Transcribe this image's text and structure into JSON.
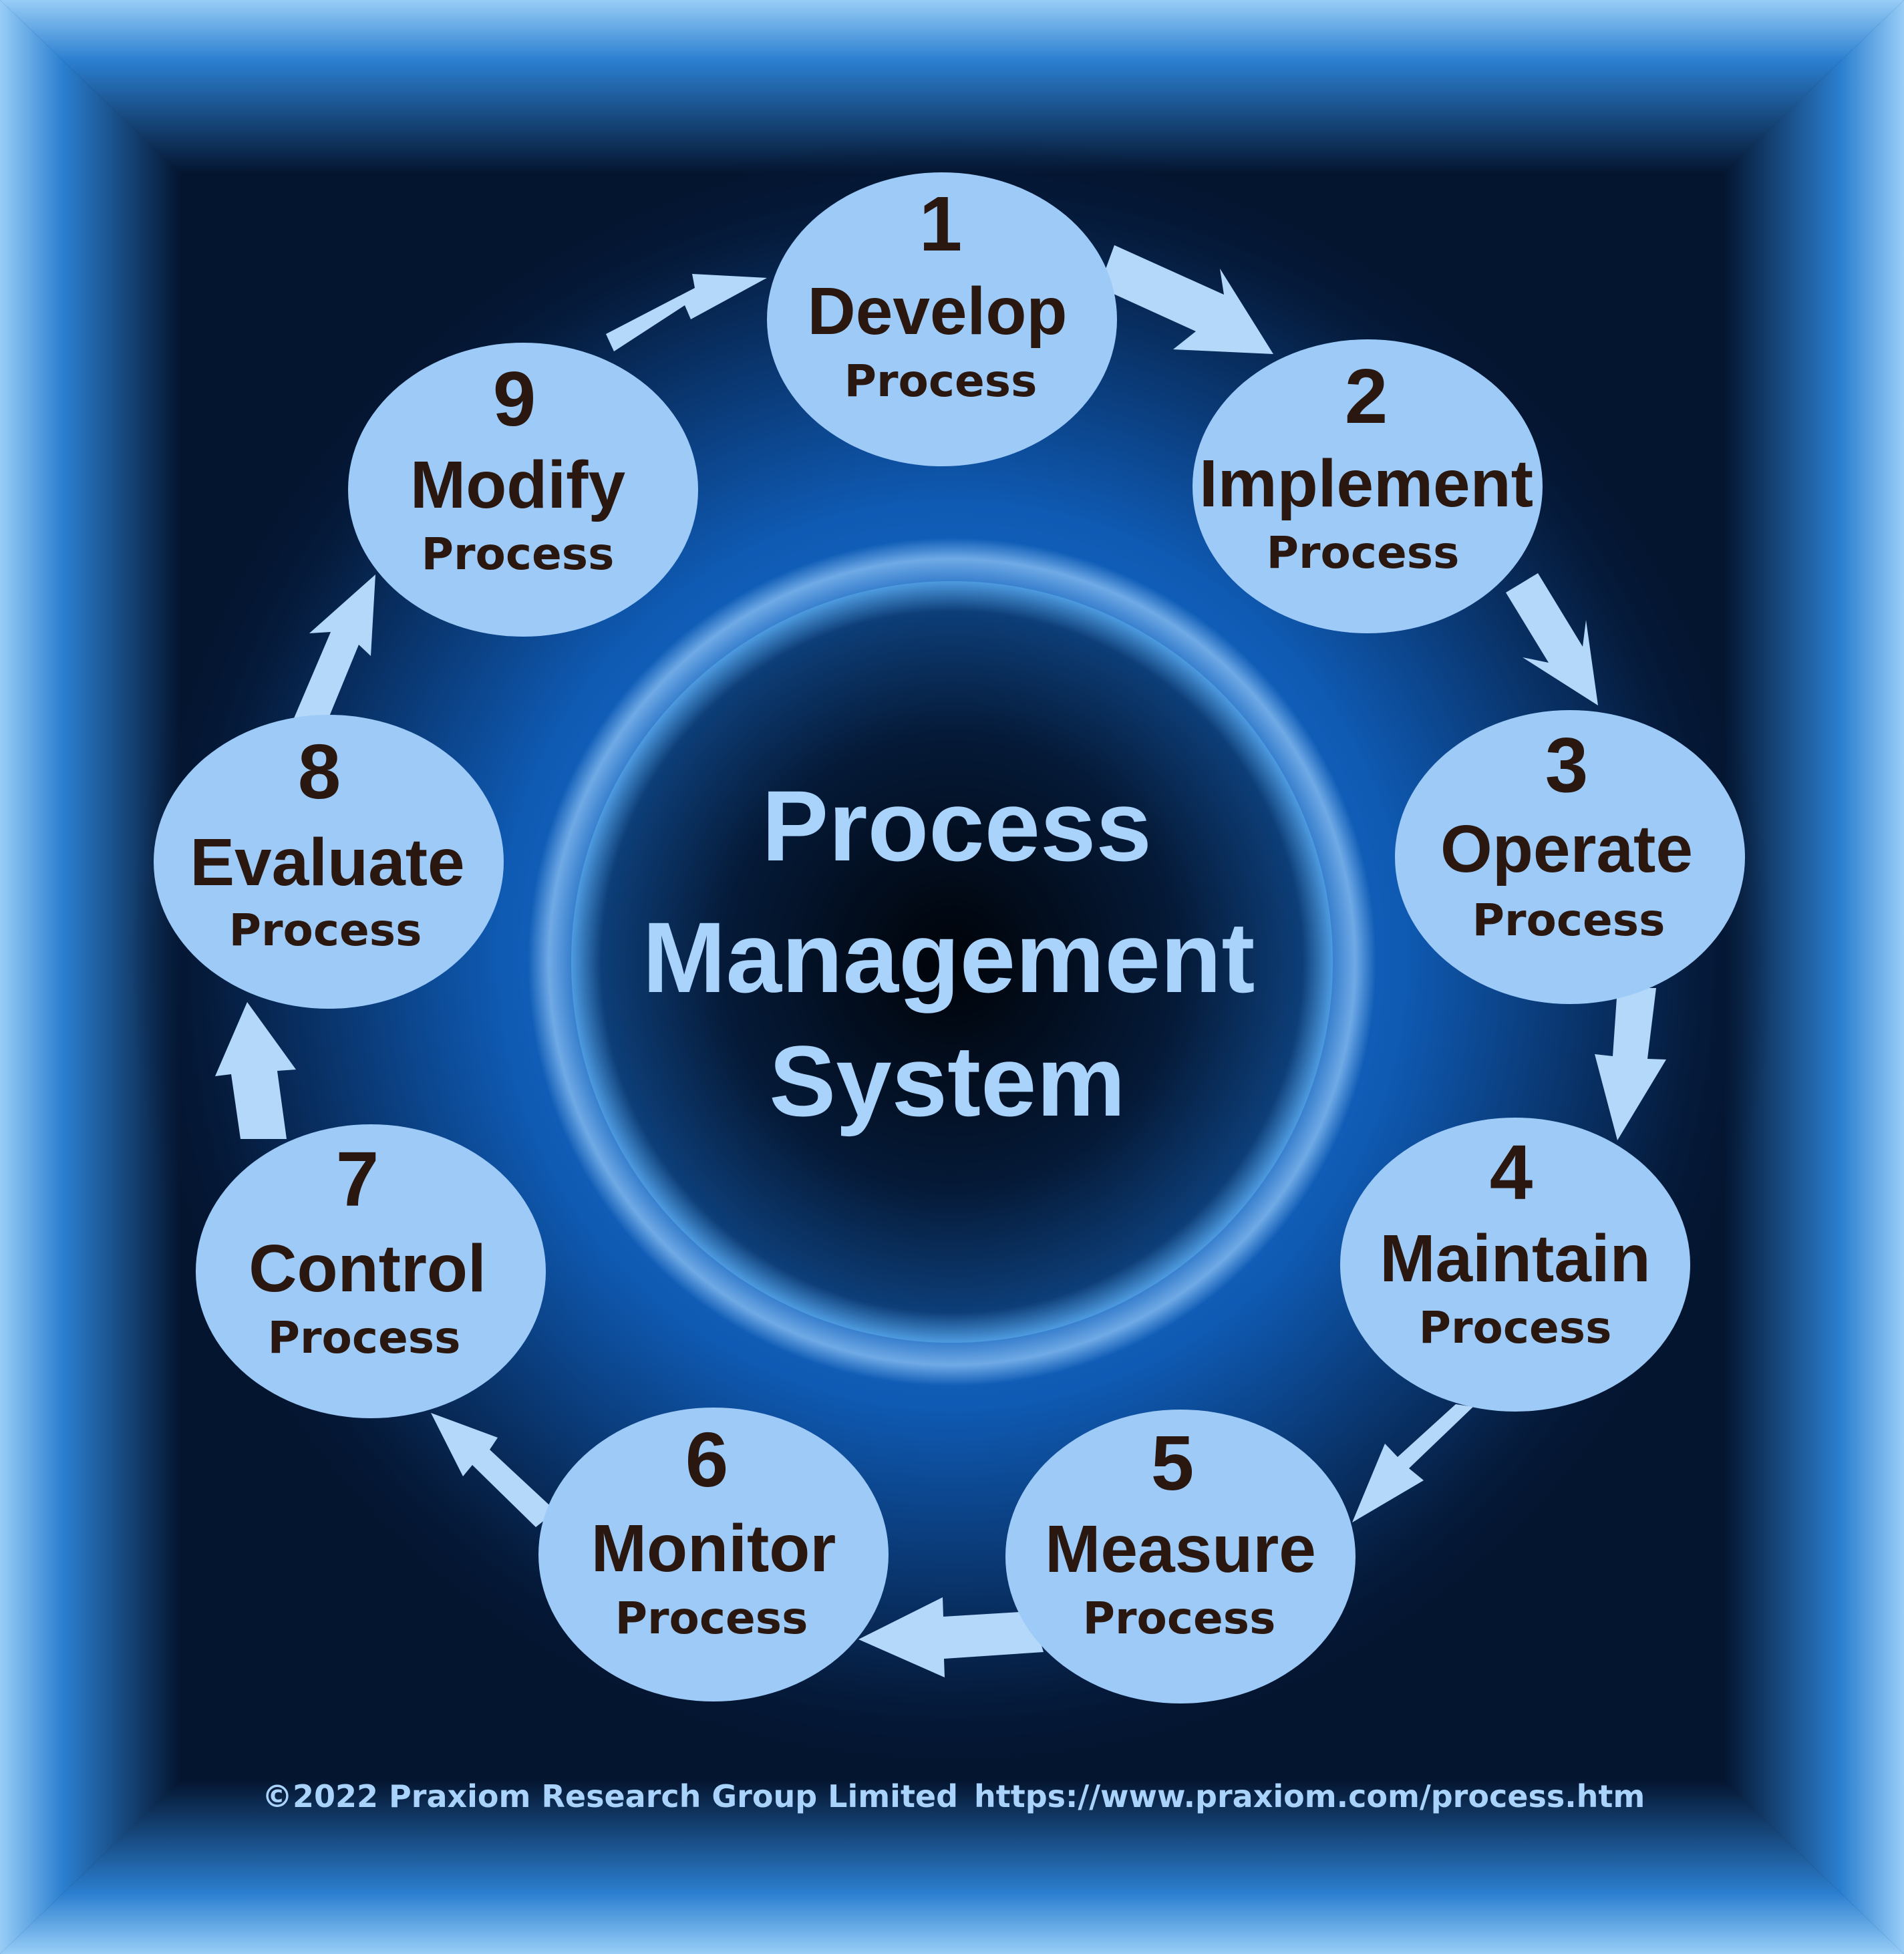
{
  "center": {
    "lines": [
      "Process",
      "Management",
      "System"
    ]
  },
  "steps": [
    {
      "number": "1",
      "verb": "Develop",
      "sub": "Process"
    },
    {
      "number": "2",
      "verb": "Implement",
      "sub": "Process"
    },
    {
      "number": "3",
      "verb": "Operate",
      "sub": "Process"
    },
    {
      "number": "4",
      "verb": "Maintain",
      "sub": "Process"
    },
    {
      "number": "5",
      "verb": "Measure",
      "sub": "Process"
    },
    {
      "number": "6",
      "verb": "Monitor",
      "sub": "Process"
    },
    {
      "number": "7",
      "verb": "Control",
      "sub": "Process"
    },
    {
      "number": "8",
      "verb": "Evaluate",
      "sub": "Process"
    },
    {
      "number": "9",
      "verb": "Modify",
      "sub": "Process"
    }
  ],
  "footer": {
    "copyright": "©2022 Praxiom Research Group Limited",
    "url": "https://www.praxiom.com/process.htm"
  },
  "colors": {
    "node_fill": "#9dcaf7",
    "arrow_fill": "#b3d8fa",
    "text_dark": "#2a1810",
    "text_light": "#a9d3fa",
    "frame_light": "#8fc6f4",
    "background_dark": "#041530"
  }
}
